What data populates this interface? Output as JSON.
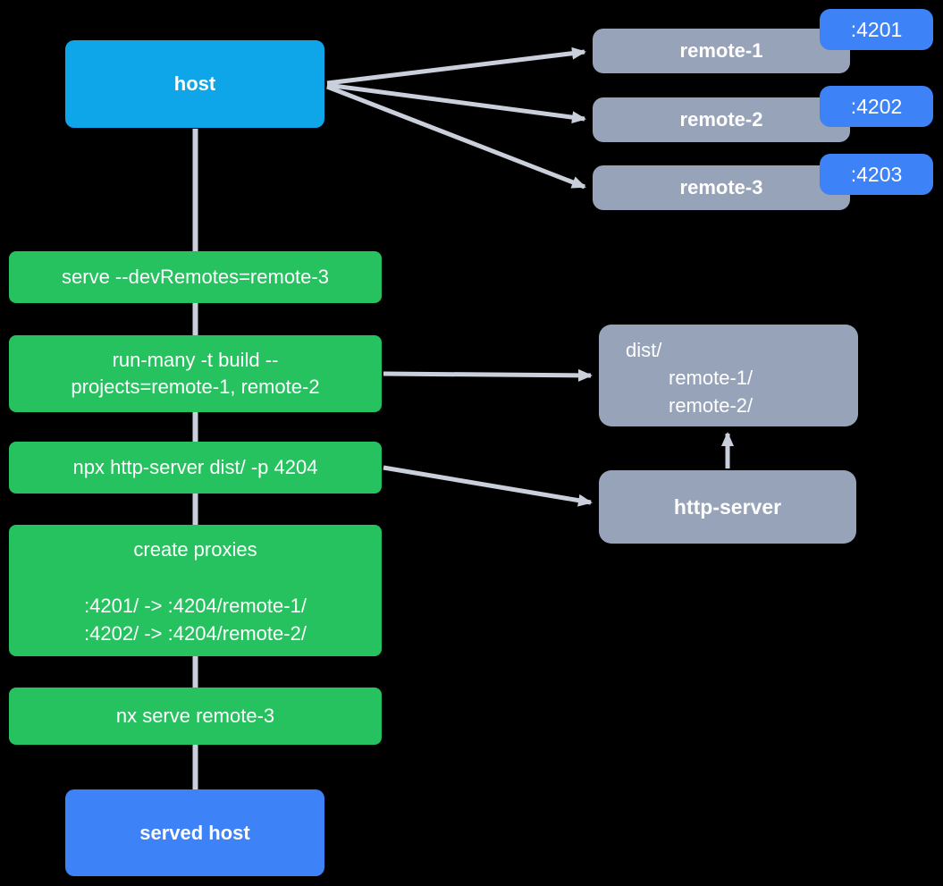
{
  "colors": {
    "background": "#000000",
    "host": "#0fa6e9",
    "green": "#25c25f",
    "gray": "#96a3b8",
    "blue": "#3d82f7",
    "arrow": "#c9cfdb",
    "text": "#ffffff"
  },
  "host": {
    "label": "host"
  },
  "remotes": [
    {
      "label": "remote-1",
      "port": ":4201"
    },
    {
      "label": "remote-2",
      "port": ":4202"
    },
    {
      "label": "remote-3",
      "port": ":4203"
    }
  ],
  "steps": {
    "serve": {
      "label": "serve --devRemotes=remote-3"
    },
    "build": {
      "lines": [
        "run-many -t build --",
        "projects=remote-1, remote-2"
      ]
    },
    "http_server_cmd": {
      "label": "npx http-server dist/ -p 4204"
    },
    "proxies": {
      "title": "create proxies",
      "lines": [
        ":4201/ -> :4204/remote-1/",
        ":4202/ -> :4204/remote-2/"
      ]
    },
    "nx_serve": {
      "label": "nx serve remote-3"
    }
  },
  "dist_box": {
    "lines": [
      "dist/",
      "remote-1/",
      "remote-2/"
    ]
  },
  "http_server": {
    "label": "http-server"
  },
  "served_host": {
    "label": "served host"
  },
  "edges": [
    {
      "from": "host",
      "to": "remote-1"
    },
    {
      "from": "host",
      "to": "remote-2"
    },
    {
      "from": "host",
      "to": "remote-3"
    },
    {
      "from": "host",
      "to": "served-host",
      "via": [
        "serve",
        "build",
        "http-server-cmd",
        "proxies",
        "nx-serve"
      ]
    },
    {
      "from": "step-build",
      "to": "dist-folder"
    },
    {
      "from": "step-http-server-cmd",
      "to": "http-server"
    },
    {
      "from": "http-server",
      "to": "dist-folder"
    }
  ]
}
